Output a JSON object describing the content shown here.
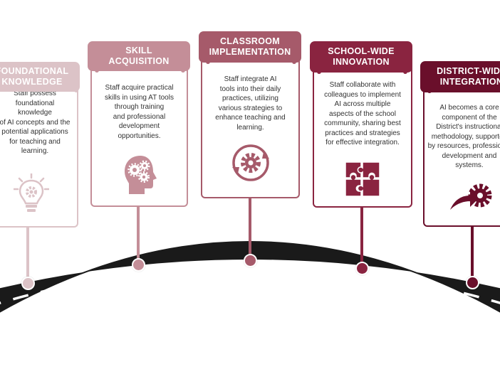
{
  "stages": [
    {
      "title_lines": [
        "FOUNDATIONAL",
        "KNOWLEDGE"
      ],
      "text_lines": [
        "Staff possess",
        "foundational knowledge",
        "of AI concepts and the",
        "potential applications",
        "for teaching and",
        "learning."
      ],
      "icon": "lightbulb-gear-icon",
      "color": "#dcc3c7"
    },
    {
      "title_lines": [
        "SKILL",
        "ACQUISITION"
      ],
      "text_lines": [
        "Staff acquire practical",
        "skills in using AT tools",
        "through training",
        "and professional",
        "development",
        "opportunities."
      ],
      "icon": "head-gears-icon",
      "color": "#c48e98"
    },
    {
      "title_lines": [
        "CLASSROOM",
        "IMPLEMENTATION"
      ],
      "text_lines": [
        "Staff integrate AI",
        "tools into their daily",
        "practices, utilizing",
        "various strategies to",
        "enhance teaching and",
        "learning."
      ],
      "icon": "cycle-gear-icon",
      "color": "#a65a6a"
    },
    {
      "title_lines": [
        "SCHOOL-WIDE",
        "INNOVATION"
      ],
      "text_lines": [
        "Staff collaborate with",
        "colleagues to implement",
        "AI across multiple",
        "aspects of the school",
        "community, sharing best",
        "practices and strategies",
        "for effective integration."
      ],
      "icon": "puzzle-icon",
      "color": "#8a2440"
    },
    {
      "title_lines": [
        "DISTRICT-WIDE",
        "INTEGRATION"
      ],
      "text_lines": [
        "AI becomes a core",
        "component of the",
        "District's instructional",
        "methodology, supported",
        "by resources, professional",
        "development and",
        "systems."
      ],
      "icon": "gear-arrow-icon",
      "color": "#6a0f2b"
    }
  ]
}
